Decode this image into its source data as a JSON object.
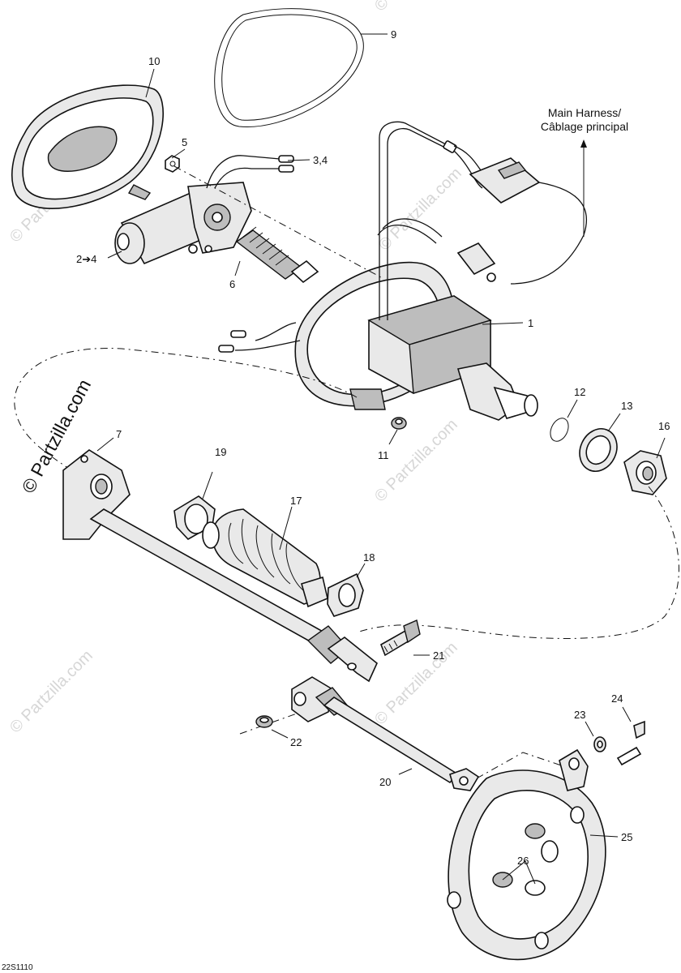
{
  "watermark": {
    "main_text": "© Partzilla.com",
    "faint_text": "© Partzilla.com"
  },
  "harness_label": {
    "line1": "Main Harness/",
    "line2": "Câblage principal"
  },
  "callouts": {
    "c1": "1",
    "c2_4": "2➔4",
    "c3_4": "3,4",
    "c5": "5",
    "c6": "6",
    "c7": "7",
    "c9": "9",
    "c10": "10",
    "c11": "11",
    "c12": "12",
    "c13": "13",
    "c16": "16",
    "c17": "17",
    "c18": "18",
    "c19": "19",
    "c20": "20",
    "c21": "21",
    "c22": "22",
    "c23": "23",
    "c24": "24",
    "c25": "25",
    "c26": "26"
  },
  "diagram_code": "22S1110"
}
